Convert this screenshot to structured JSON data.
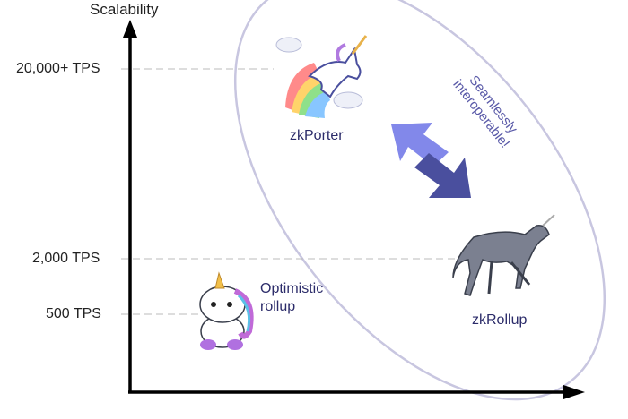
{
  "axis": {
    "y_title": "Scalability"
  },
  "ticks": [
    {
      "label": "20,000+ TPS",
      "tps": 20000
    },
    {
      "label": "2,000 TPS",
      "tps": 2000
    },
    {
      "label": "500 TPS",
      "tps": 500
    }
  ],
  "items": {
    "zkporter": "zkPorter",
    "zkrollup": "zkRollup",
    "optimistic_line1": "Optimistic",
    "optimistic_line2": "rollup"
  },
  "tagline": {
    "line1": "Seamlessly",
    "line2": "interoperable!"
  },
  "colors": {
    "ellipse": "#c8c6e0",
    "arrow_light": "#8288ea",
    "arrow_dark": "#4a4f9e",
    "text_accent": "#5a5aa8"
  }
}
